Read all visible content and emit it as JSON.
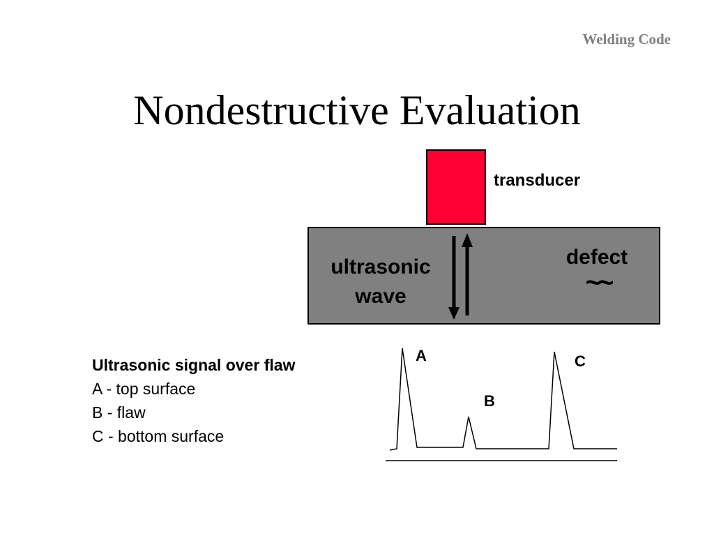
{
  "header": {
    "tag": "Welding Code"
  },
  "slide": {
    "title": "Nondestructive Evaluation"
  },
  "diagram": {
    "transducer_label": "transducer",
    "wave_label_line1": "ultrasonic",
    "wave_label_line2": "wave",
    "defect_label": "defect",
    "defect_symbol": "~~",
    "peak_labels": {
      "a": "A",
      "b": "B",
      "c": "C"
    },
    "colors": {
      "transducer": "#ff0033",
      "material": "#808080",
      "outline": "#000000"
    }
  },
  "legend": {
    "heading": "Ultrasonic signal over flaw",
    "items": [
      "A - top surface",
      "B - flaw",
      "C - bottom surface"
    ]
  }
}
